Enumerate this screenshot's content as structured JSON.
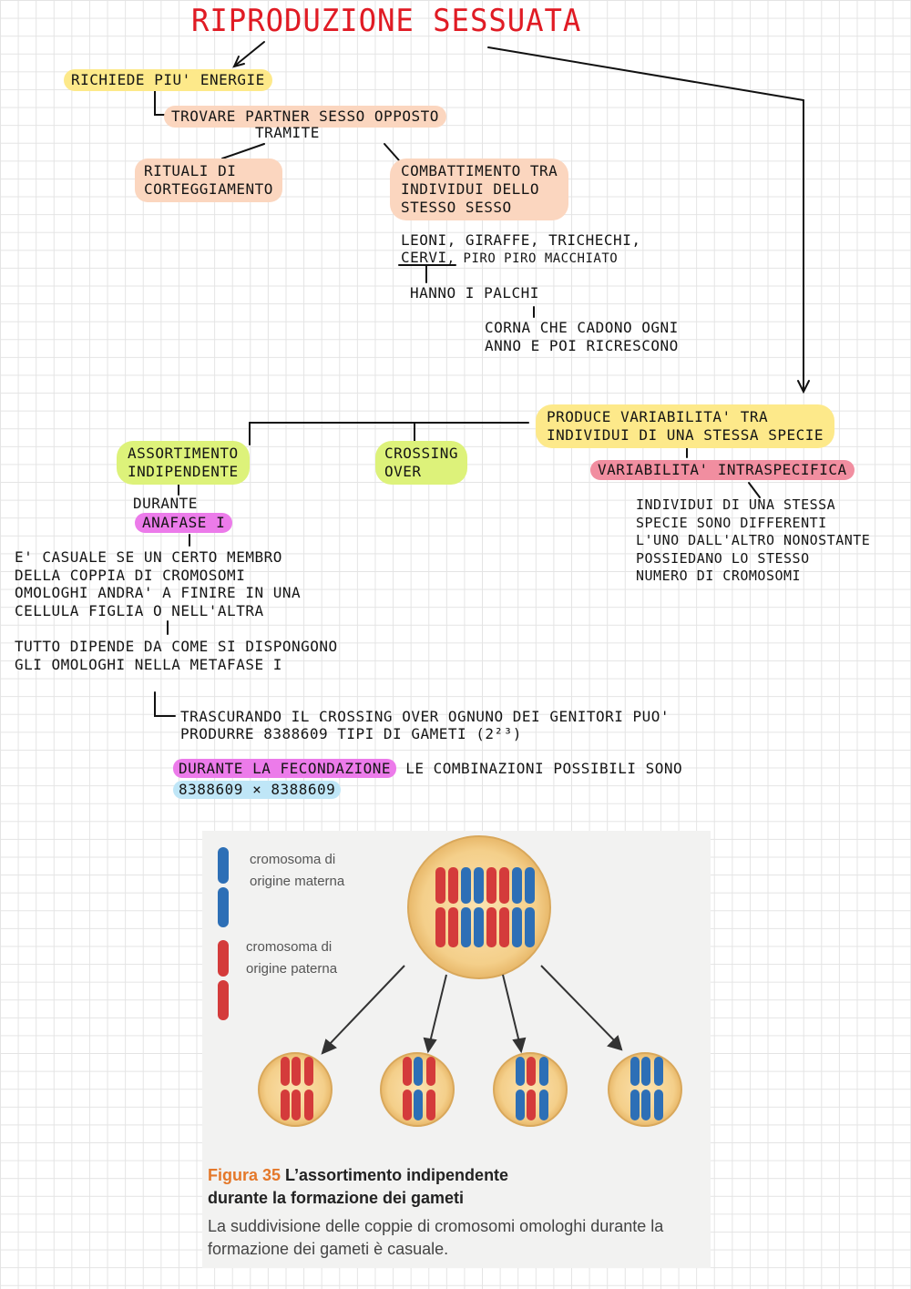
{
  "title": "RIPRODUZIONE SESSUATA",
  "energy": "RICHIEDE PIU' ENERGIE",
  "partner": "TROVARE PARTNER SESSO OPPOSTO",
  "tramite": "TRAMITE",
  "rituals": [
    "RITUALI DI",
    "CORTEGGIAMENTO"
  ],
  "fight": [
    "COMBATTIMENTO TRA",
    "INDIVIDUI DELLO",
    "STESSO SESSO"
  ],
  "animals": [
    "LEONI, GIRAFFE, TRICHECHI,"
  ],
  "cervi": "CERVI",
  "piro": ", PIRO PIRO MACCHIATO",
  "palchi": "HANNO I PALCHI",
  "corna": [
    "CORNA CHE CADONO OGNI",
    "ANNO E POI RICRESCONO"
  ],
  "variability": [
    "PRODUCE VARIABILITA' TRA",
    "INDIVIDUI DI UNA STESSA SPECIE"
  ],
  "assortment": [
    "ASSORTIMENTO",
    "INDIPENDENTE"
  ],
  "crossing": [
    "CROSSING",
    "OVER"
  ],
  "intraspecific": "VARIABILITA' INTRASPECIFICA",
  "intra_desc": [
    "INDIVIDUI DI UNA STESSA",
    "SPECIE SONO DIFFERENTI",
    "L'UNO DALL'ALTRO NONOSTANTE",
    "POSSIEDANO LO STESSO",
    "NUMERO DI CROMOSOMI"
  ],
  "durante": "DURANTE",
  "anafase": "ANAFASE I",
  "casual": [
    "E' CASUALE SE UN CERTO MEMBRO",
    "DELLA COPPIA DI CROMOSOMI",
    "OMOLOGHI ANDRA' A FINIRE IN UNA",
    "CELLULA FIGLIA O NELL'ALTRA"
  ],
  "depends": [
    "TUTTO DIPENDE DA COME SI DISPONGONO",
    "GLI OMOLOGHI NELLA METAFASE I"
  ],
  "ignoring": [
    "TRASCURANDO IL CROSSING OVER  OGNUNO DEI GENITORI PUO'",
    "PRODURRE 8388609  TIPI DI GAMETI  (2²³)"
  ],
  "fecondazione": "DURANTE LA FECONDAZIONE",
  "combinations": " LE COMBINAZIONI POSSIBILI SONO",
  "product": "8388609 × 8388609",
  "figure": {
    "legend_maternal": [
      "cromosoma di",
      "origine materna"
    ],
    "legend_paternal": [
      "cromosoma di",
      "origine paterna"
    ],
    "number": "Figura 35",
    "title_line1": " L’assortimento indipendente",
    "title_line2": "durante la formazione dei gameti",
    "description": "La suddivisione delle coppie di cromosomi omologhi durante la formazione dei gameti è casuale."
  },
  "colors": {
    "title_red": "#e01b24",
    "yellow": "#fde98a",
    "peach": "#fbd6bf",
    "green": "#ddf27a",
    "pink": "#f18ea0",
    "magenta": "#ec7bea",
    "cyan": "#bfe6f7",
    "maternal_blue": "#2d6fb6",
    "paternal_red": "#d43b3b",
    "figure_orange": "#e4782a"
  }
}
